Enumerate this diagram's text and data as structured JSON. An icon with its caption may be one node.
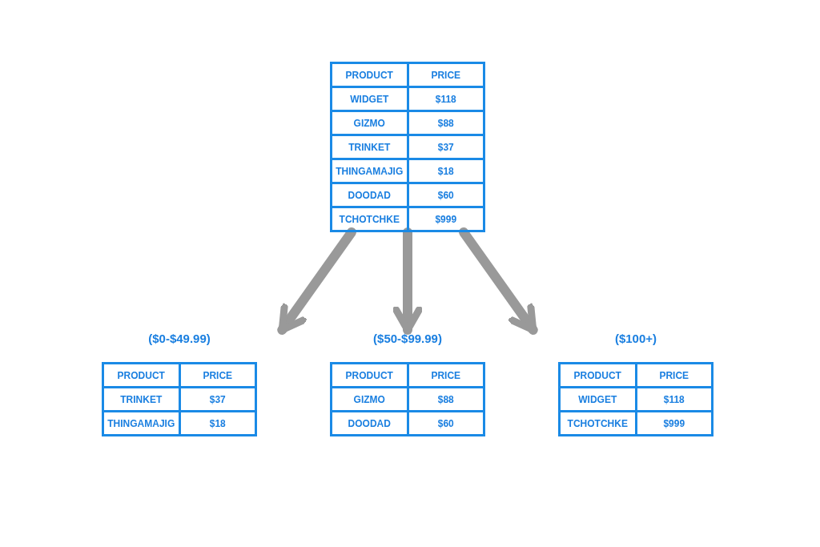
{
  "diagram": {
    "nodes": [
      {
        "text": [
          "PRODUCT",
          "PRICE",
          "WIDGET",
          "$118",
          "GIZMO",
          "$88",
          "TRINKET",
          "$37",
          "THINGAMAJIG",
          "$18",
          "DOODAD",
          "$60",
          "TCHOTCHKE",
          "$999"
        ]
      },
      {
        "text": [
          "($0-$49.99)",
          "PRODUCT",
          "PRICE",
          "TRINKET",
          "$37",
          "THINGAMAJIG",
          "$18"
        ]
      },
      {
        "text": [
          "($50-$99.99)",
          "PRODUCT",
          "PRICE",
          "GIZMO",
          "$88",
          "DOODAD",
          "$60"
        ]
      },
      {
        "text": [
          "($100+)",
          "PRODUCT",
          "PRICE",
          "WIDGET",
          "$118",
          "TCHOTCHKE",
          "$999"
        ]
      }
    ],
    "edges": [
      {
        "from": 0,
        "to": 1,
        "arrow": "to"
      },
      {
        "from": 0,
        "to": 2,
        "arrow": "to"
      },
      {
        "from": 0,
        "to": 3,
        "arrow": "to"
      }
    ]
  }
}
